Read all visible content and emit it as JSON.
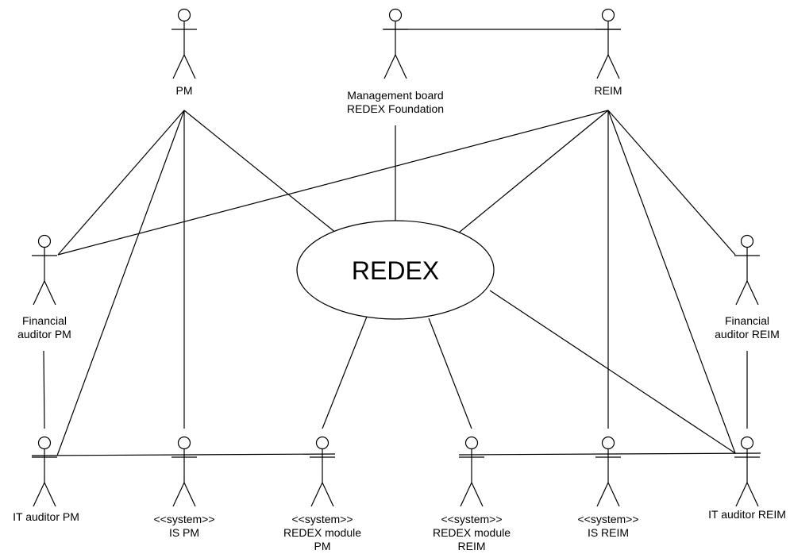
{
  "center": {
    "label": "REDEX"
  },
  "actors": {
    "pm": [
      "PM"
    ],
    "mgmt": [
      "Management board",
      "REDEX Foundation"
    ],
    "reim": [
      "REIM"
    ],
    "fin_pm": [
      "Financial",
      "auditor PM"
    ],
    "fin_reim": [
      "Financial",
      "auditor REIM"
    ],
    "it_pm": [
      "IT auditor PM"
    ],
    "is_pm": [
      "<<system>>",
      "IS PM"
    ],
    "mod_pm": [
      "<<system>>",
      "REDEX module",
      "PM"
    ],
    "mod_reim": [
      "<<system>>",
      "REDEX module",
      "REIM"
    ],
    "is_reim": [
      "<<system>>",
      "IS REIM"
    ],
    "it_reim": [
      "IT auditor REIM"
    ]
  }
}
